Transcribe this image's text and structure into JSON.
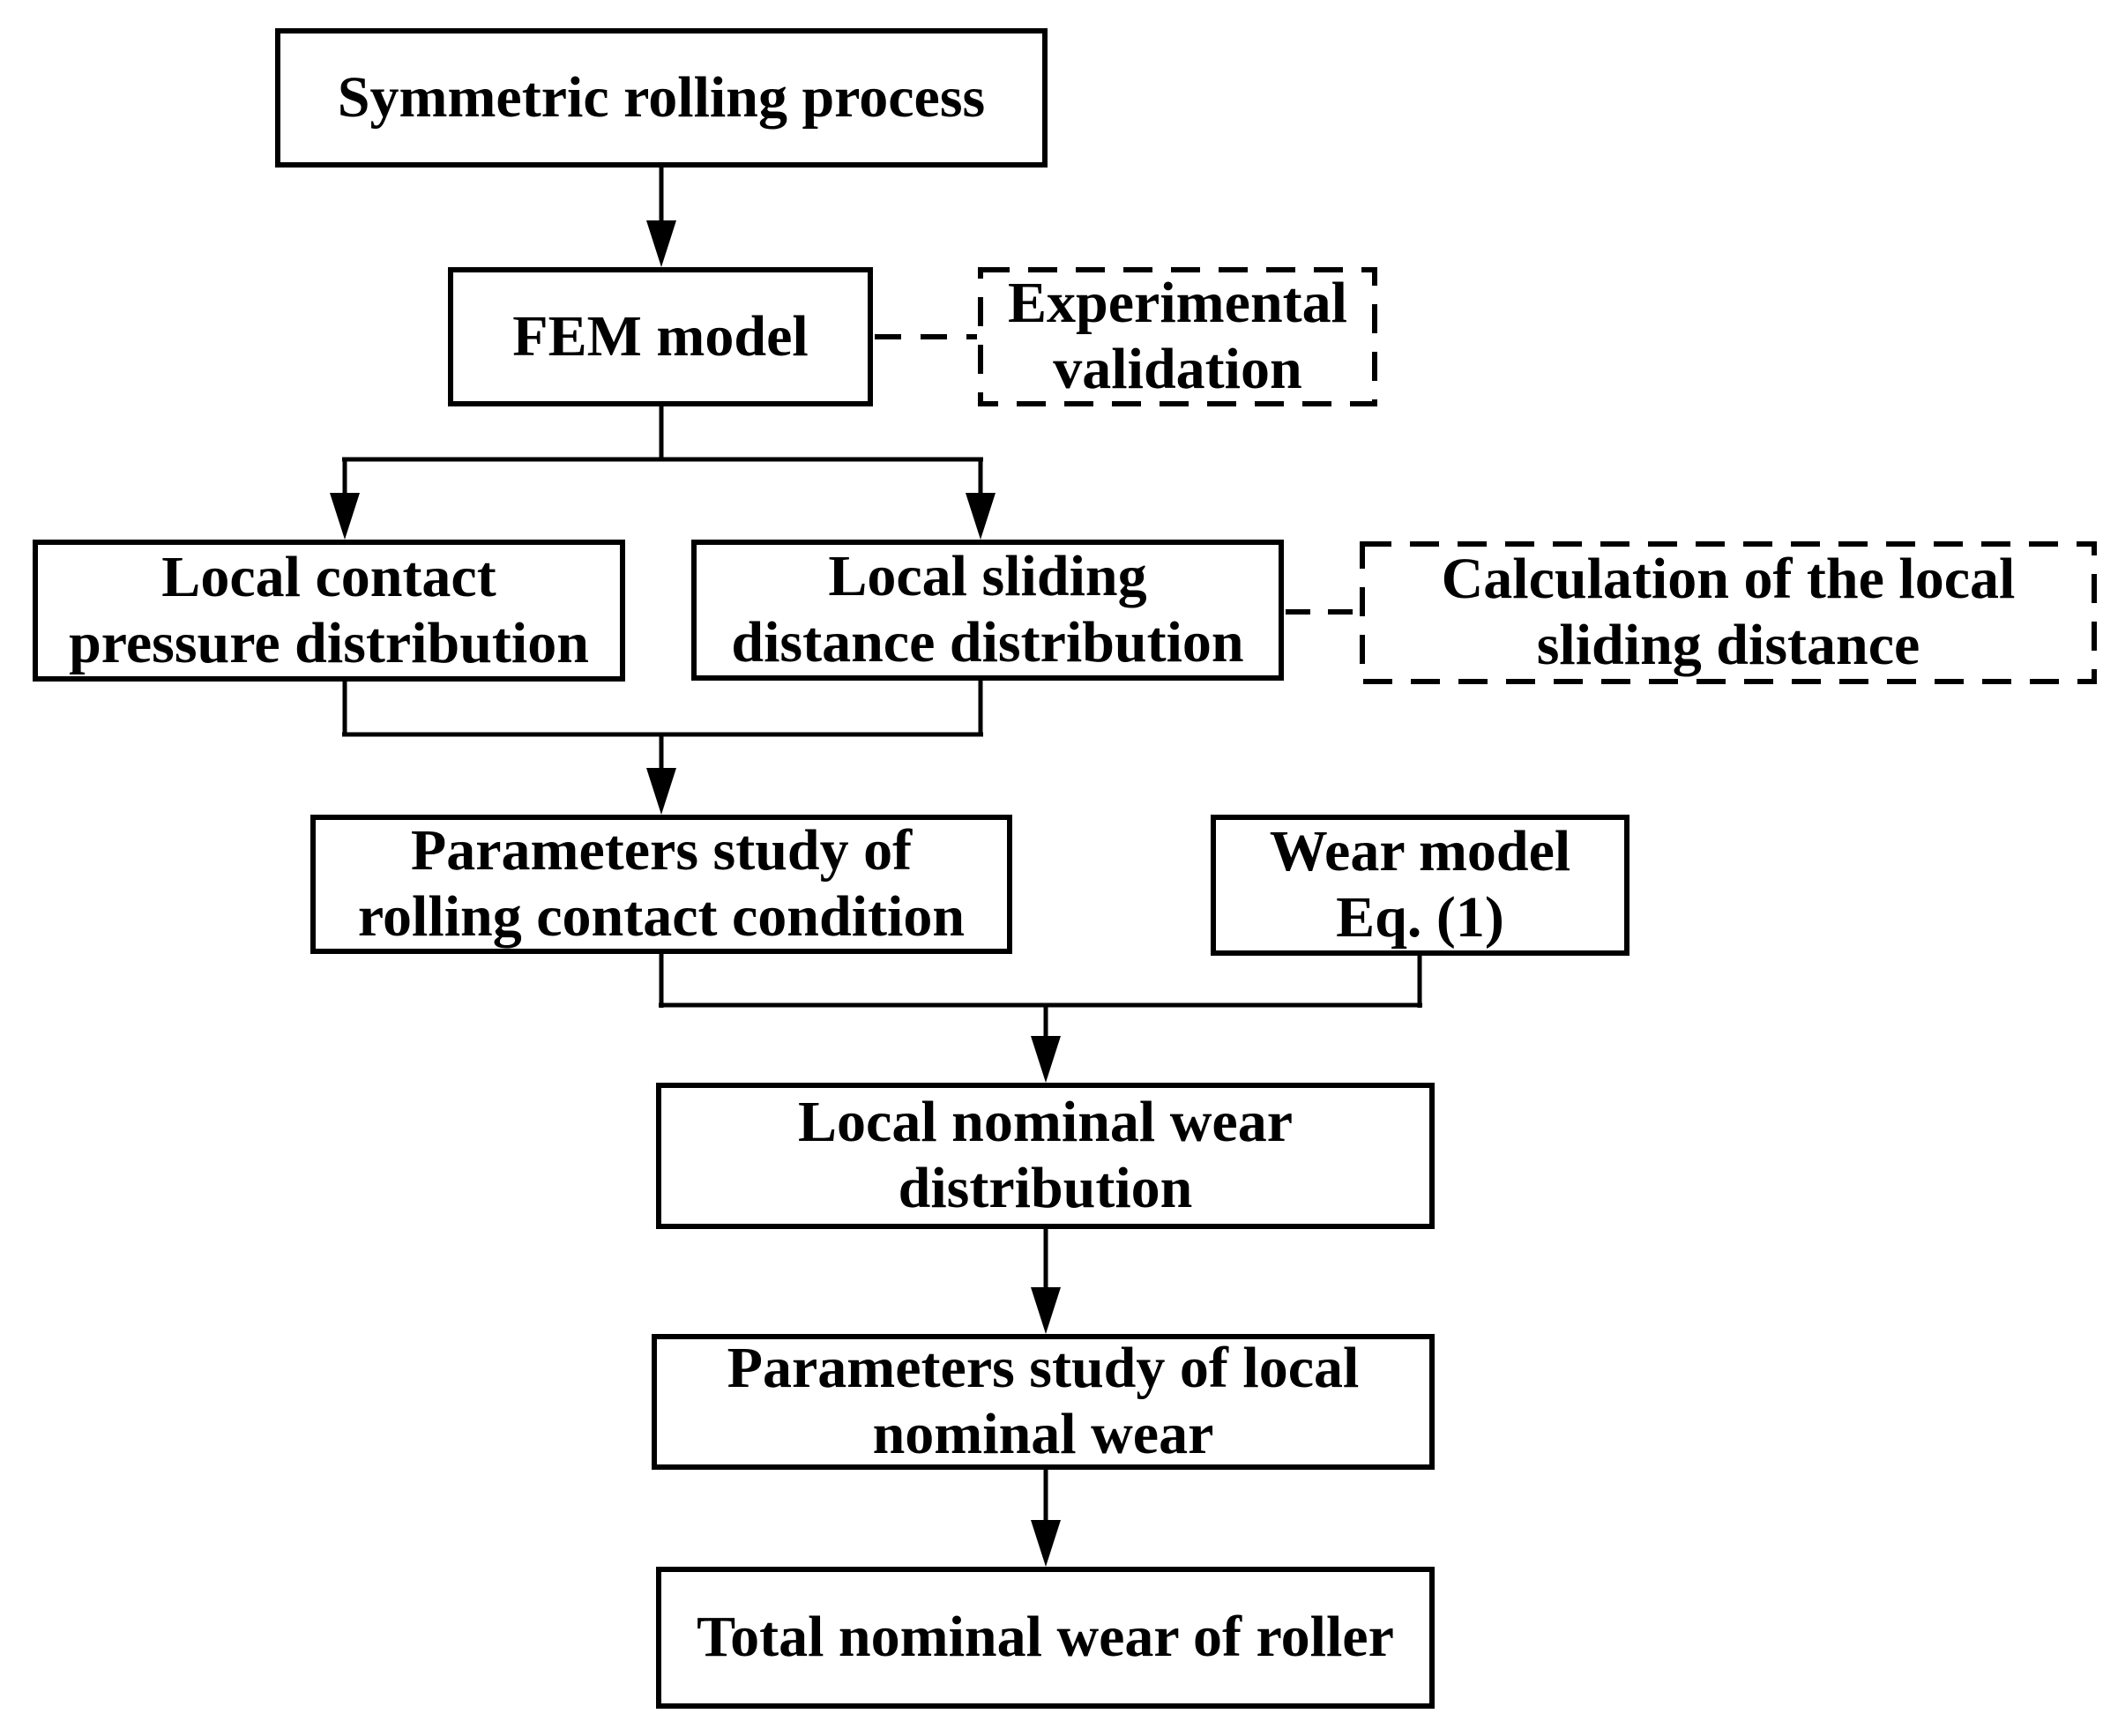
{
  "diagram": {
    "type": "flowchart",
    "colors": {
      "background": "#ffffff",
      "line": "#000000",
      "text": "#000000",
      "box_fill": "#ffffff"
    },
    "nodes": [
      {
        "id": "symmetric-rolling-process",
        "border": "solid",
        "lines": [
          "Symmetric rolling process"
        ]
      },
      {
        "id": "fem-model",
        "border": "solid",
        "lines": [
          "FEM model"
        ]
      },
      {
        "id": "experimental-validation",
        "border": "dashed",
        "lines": [
          "Experimental",
          "validation"
        ]
      },
      {
        "id": "local-contact-pressure-distribution",
        "border": "solid",
        "lines": [
          "Local contact",
          "pressure distribution"
        ]
      },
      {
        "id": "local-sliding-distance-distribution",
        "border": "solid",
        "lines": [
          "Local sliding",
          "distance distribution"
        ]
      },
      {
        "id": "calculation-of-the-local-sliding-distance",
        "border": "dashed",
        "lines": [
          "Calculation of the local",
          "sliding distance"
        ]
      },
      {
        "id": "parameters-study-of-rolling-contact-condition",
        "border": "solid",
        "lines": [
          "Parameters study of",
          "rolling contact condition"
        ]
      },
      {
        "id": "wear-model-eq-1",
        "border": "solid",
        "lines": [
          "Wear model",
          "Eq. (1)"
        ]
      },
      {
        "id": "local-nominal-wear-distribution",
        "border": "solid",
        "lines": [
          "Local nominal wear",
          "distribution"
        ]
      },
      {
        "id": "parameters-study-of-local-nominal-wear",
        "border": "solid",
        "lines": [
          "Parameters study of local",
          "nominal wear"
        ]
      },
      {
        "id": "total-nominal-wear-of-roller",
        "border": "solid",
        "lines": [
          "Total nominal wear of roller"
        ]
      }
    ],
    "edges": [
      {
        "from": "symmetric-rolling-process",
        "to": "fem-model",
        "style": "solid-arrow"
      },
      {
        "from": "fem-model",
        "to": "experimental-validation",
        "style": "dashed-link"
      },
      {
        "from": "fem-model",
        "to": "local-contact-pressure-distribution",
        "style": "solid-arrow"
      },
      {
        "from": "fem-model",
        "to": "local-sliding-distance-distribution",
        "style": "solid-arrow"
      },
      {
        "from": "local-sliding-distance-distribution",
        "to": "calculation-of-the-local-sliding-distance",
        "style": "dashed-link"
      },
      {
        "from": "local-contact-pressure-distribution",
        "to": "parameters-study-of-rolling-contact-condition",
        "style": "solid-arrow"
      },
      {
        "from": "local-sliding-distance-distribution",
        "to": "parameters-study-of-rolling-contact-condition",
        "style": "solid-arrow"
      },
      {
        "from": "parameters-study-of-rolling-contact-condition",
        "to": "local-nominal-wear-distribution",
        "style": "solid-arrow"
      },
      {
        "from": "wear-model-eq-1",
        "to": "local-nominal-wear-distribution",
        "style": "solid-arrow"
      },
      {
        "from": "local-nominal-wear-distribution",
        "to": "parameters-study-of-local-nominal-wear",
        "style": "solid-arrow"
      },
      {
        "from": "parameters-study-of-local-nominal-wear",
        "to": "total-nominal-wear-of-roller",
        "style": "solid-arrow"
      }
    ]
  }
}
